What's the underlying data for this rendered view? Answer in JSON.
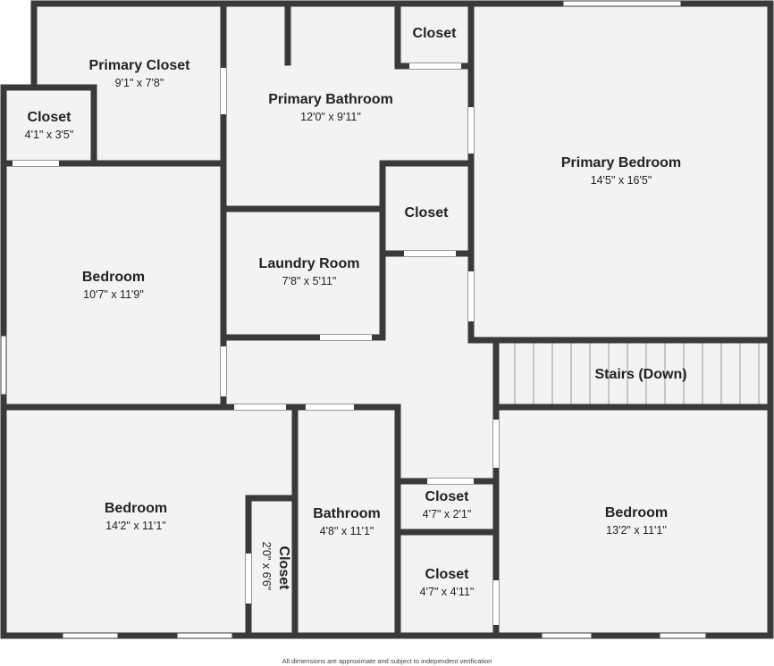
{
  "colors": {
    "floor": "#f3f3f3",
    "wall": "#3a3a3a",
    "opening": "#ffffff",
    "text": "#222222"
  },
  "rooms": {
    "primary_closet": {
      "name": "Primary Closet",
      "dims": "9'1\" x 7'8\""
    },
    "closet_a": {
      "name": "Closet",
      "dims": "4'1\" x 3'5\""
    },
    "primary_bathroom": {
      "name": "Primary Bathroom",
      "dims": "12'0\" x 9'11\""
    },
    "closet_top": {
      "name": "Closet"
    },
    "primary_bedroom": {
      "name": "Primary Bedroom",
      "dims": "14'5\" x 16'5\""
    },
    "closet_mid": {
      "name": "Closet"
    },
    "laundry_room": {
      "name": "Laundry Room",
      "dims": "7'8\" x 5'11\""
    },
    "bedroom_left": {
      "name": "Bedroom",
      "dims": "10'7\" x 11'9\""
    },
    "stairs": {
      "name": "Stairs (Down)"
    },
    "bedroom_bl": {
      "name": "Bedroom",
      "dims": "14'2\" x 11'1\""
    },
    "closet_vertical": {
      "name": "Closet",
      "dims": "2'0\" x 6'6\""
    },
    "bathroom": {
      "name": "Bathroom",
      "dims": "4'8\" x 11'1\""
    },
    "closet_small": {
      "name": "Closet",
      "dims": "4'7\" x 2'1\""
    },
    "closet_bottom": {
      "name": "Closet",
      "dims": "4'7\" x 4'11\""
    },
    "bedroom_br": {
      "name": "Bedroom",
      "dims": "13'2\" x 11'1\""
    }
  },
  "footer": "All dimensions are approximate and subject to independent verification"
}
